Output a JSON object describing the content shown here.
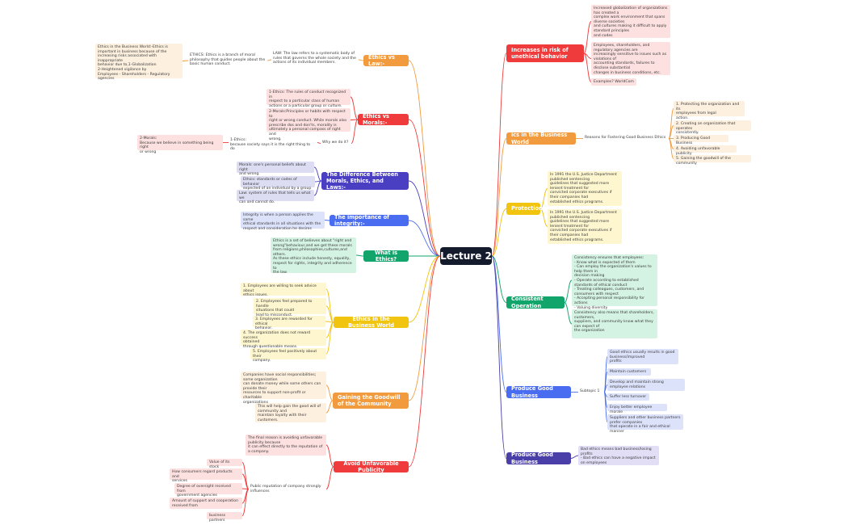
{
  "central": "Lecture 2",
  "colors": {
    "red": "#ef3b3b",
    "orange": "#f19a3e",
    "yellow": "#f1c40f",
    "green": "#12a56b",
    "blue": "#4a6cf0",
    "indigo": "#4a3fc2",
    "purple": "#4a3fa8",
    "central": "#141b2d"
  },
  "right": {
    "risk": {
      "label": "Increases in risk of unethical behavior",
      "items": [
        "Increased globalization of organizations has created a\ncomplex work environment that spans diverse societies\nand cultures making it difficult to apply standard principles\nand codes",
        "Employees, shareholders, and regulatory agencies are\nincreasingly sensitive to issues such as violations of\naccounting standards, failures to disclose substantial\nchanges in business conditions, etc.",
        "Examples? WorldCom"
      ]
    },
    "ics": {
      "label": "ics in the Business World",
      "sub": "Reasons for Fostering Good Business Ethics",
      "items": [
        "1. Protecting the organization and its\nemployees from legal\naction.",
        "2. Creating an organization that operates\nconsistently.",
        "3. Producing Good Business",
        "4. Avoiding unfavorable publicity",
        "5. Gaining the goodwill of the community"
      ]
    },
    "protection": {
      "label": "Protection",
      "items": [
        "In 1991 the U.S. Justice Department published sentencing\nguidelines that suggested more lenient treatment for\nconvicted corporate executives if their companies had\nestablished ethics programs.",
        "In 1991 the U.S. Justice Department published sentencing\nguidelines that suggested more lenient treatment for\nconvicted corporate executives if their companies had\nestablished ethics programs."
      ]
    },
    "consistent": {
      "label": "Consistent Operation",
      "items": [
        "Consistency ensures that employees:\n- Know what is expected of them\n- Can employ the organization's values to help them in\ndecision making\n- Operate according to established standards of ethical conduct\n- Treating colleagues, customers, and consumers with respect\n- Accepting personal responsibility for actions\n- Valuing diversity",
        "Consistency also means that shareholders, customers,\nsuppliers, and community know what they can expect of\nthe organization"
      ]
    },
    "produce1": {
      "label": "Produce Good Business",
      "sub": "Subtopic 1",
      "items": [
        "Good ethics usually results in good business/improved\nprofits",
        "Maintain customers",
        "Develop and maintain strong employee relations",
        "Suffer less turnover",
        "Enjoy better employee morale",
        "Suppliers and other business partners prefer companies\nthat operate in a fair and ethical manner"
      ]
    },
    "produce2": {
      "label": "Produce Good Business",
      "item": "Bad ethics means bad business/losing profits\n- Bad ethics can have a negative impact on employees"
    }
  },
  "left": {
    "law": {
      "label": "Ethics vs Law:-",
      "law": "LAW: The law refers to a systematic body of\nrules that governs the whole society and the\nactions of its individual members.",
      "ethics": "ETHICS: Ethics is a branch of moral\nphilosophy that guides people about the\nbasic human conduct.",
      "note": "Ethics in the Business World:-Ethics is\nimportant in business because of the\nincreasing risks associated with inappropriate\nbehavior due to,1-Globalization\n2-Heightened vigilance by\nEmployees - Shareholders - Regulatory\nagencies"
    },
    "morals": {
      "label": "Ethics vs Morals:-",
      "ethics": "1-Ethics: The rules of conduct recognized in\nrespect to a particular class of human\nactions or a particular group or culture.",
      "morals": "2-Morals:Principles or habits with respect to\nright or wrong conduct. While morals also\nprescribe dos and don'ts, morality is\nultimately a personal compass of right and\nwrong.",
      "why": "Why we do it?",
      "why_ethics": "1-Ethics:\nbecause society says it is the right thing to do",
      "why_morals": "2-Morals:\nBecause we believe in something being right\nor wrong"
    },
    "difference": {
      "label": "The Difference Between Morals, Ethics, and Laws:-",
      "items": [
        "Morals: one's personal beliefs about right\nand wrong.",
        "Ethics: standards or codes of behavior\nexpected of an individual by a group",
        "Law: system of rules that tells us what we\ncan and cannot do."
      ]
    },
    "integrity": {
      "label": "The importance of integrity:-",
      "item": "Integrity is when a person applies the same\nethical standards in all situations with the\nrespect and consideration he desires"
    },
    "whatis": {
      "label": "What is Ethics?",
      "item": "Ethics is a set of believes about \"right and\nwrong\"behaviour,and we get these morals\nfrom religions,philosophies,cultures,and\nothers.\nAs these ethics include honesty, equality,\nrespect for rights, integrity and adherence to\nthe law."
    },
    "business": {
      "label": "Ethics in the Business World",
      "items": [
        "1. Employees are willing to seek advice about\nethics issues.",
        "2. Employees feel prepared to handle\nsituations that could\nlead to misconduct.",
        "3. Employees are rewarded for ethical\nbehavior.",
        "4. The organization does not reward success\nobtained\nthrough questionable means.",
        "5. Employees feel positively about their\ncompany."
      ]
    },
    "goodwill": {
      "label": "Gaining the Goodwill of the Community",
      "items": [
        "Companies have social responsibilities; some organization\ncan donate money while some others can provide their\nresources to support non-profit or charitable\norganizations",
        "This will help gain the good will of community and\nmaintain loyalty with their customers."
      ]
    },
    "publicity": {
      "label": "Avoid Unfavorable Publicity",
      "final": "The final reason is avoiding unfavorable publicity because\nit can effect directly to the reputation of a company.",
      "public": "Public reputation of company strongly influences",
      "influences": [
        "Value of its stock",
        "How consumers regard products and\nservices",
        "Degree of oversight received from\ngovernment agencies",
        "Amount of support and cooperation\nreceived from",
        "business partners"
      ]
    }
  }
}
